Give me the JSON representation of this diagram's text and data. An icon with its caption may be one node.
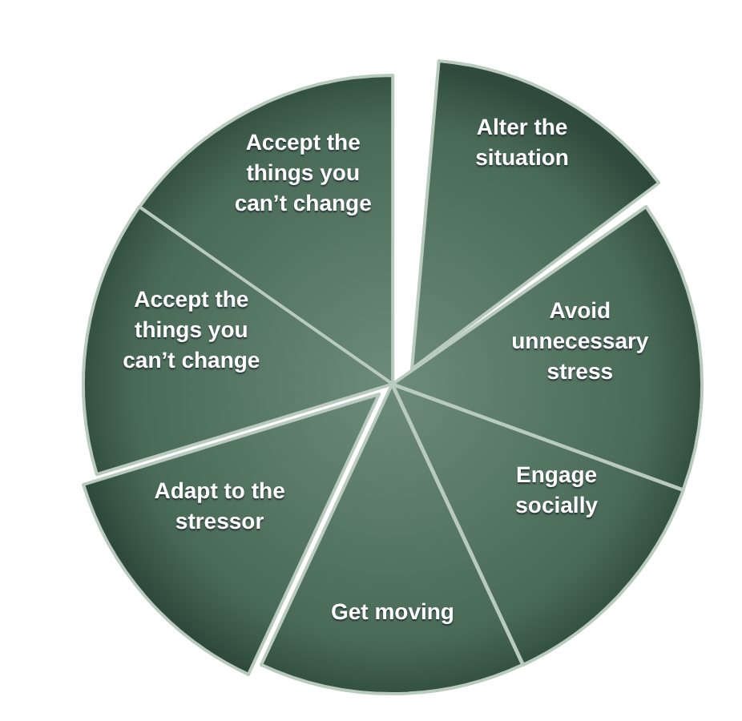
{
  "diagram": {
    "nodes": [
      {
        "text": [
          "Accept the things you can’t change"
        ]
      },
      {
        "text": [
          "Alter the situation"
        ]
      },
      {
        "text": [
          "Accept the things you can’t change"
        ]
      },
      {
        "text": [
          "Avoid unnecessary stress"
        ]
      },
      {
        "text": [
          "Engage socially"
        ]
      },
      {
        "text": [
          "Adapt to the stressor"
        ]
      },
      {
        "text": [
          "Get moving"
        ]
      }
    ]
  }
}
